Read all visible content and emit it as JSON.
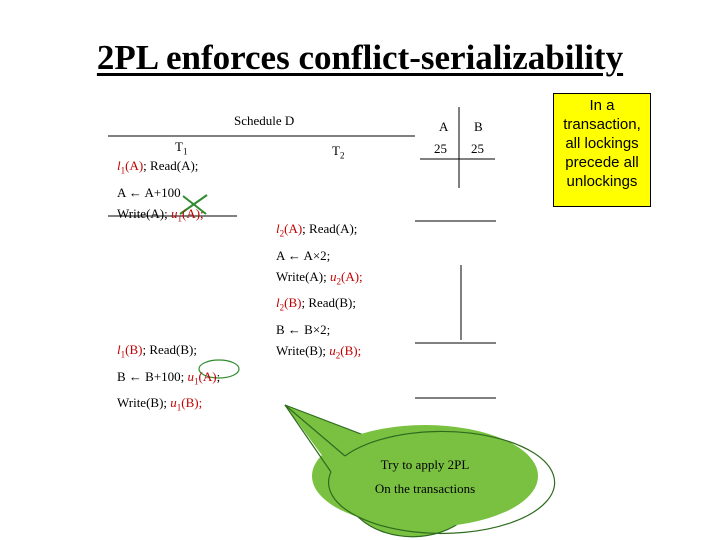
{
  "title": "2PL enforces conflict-serializability",
  "schedule": {
    "name": "Schedule D",
    "t1_header": "T",
    "t1_sub": "1",
    "t2_header": "T",
    "t2_sub": "2",
    "col_a": "A",
    "col_b": "B",
    "val_a": "25",
    "val_b": "25"
  },
  "t1_block1": {
    "l1a_l": "l",
    "l1a_sub": "1",
    "l1a_arg": "(A)",
    "l1a_rest": "; Read(A);",
    "assign": "A ← A+100",
    "write": "Write(A); ",
    "u1a_u": "u",
    "u1a_sub": "1",
    "u1a_arg": "(A);"
  },
  "t2_block": {
    "l2a_l": "l",
    "l2a_sub": "2",
    "l2a_arg": "(A)",
    "l2a_rest": "; Read(A);",
    "assign_a": "A ← A×2;",
    "write_a": "Write(A); ",
    "u2a_u": "u",
    "u2a_sub": "2",
    "u2a_arg": "(A);",
    "l2b_l": "l",
    "l2b_sub": "2",
    "l2b_arg": "(B)",
    "l2b_rest": "; Read(B);",
    "assign_b": "B ← B×2;",
    "write_b": "Write(B); ",
    "u2b_u": "u",
    "u2b_sub": "2",
    "u2b_arg": "(B);"
  },
  "t1_block2": {
    "l1b_l": "l",
    "l1b_sub": "1",
    "l1b_arg": "(B)",
    "l1b_rest": "; Read(B);",
    "assign_pre": "B ← B+100; ",
    "u1a_u": "u",
    "u1a_sub": "1",
    "u1a_arg": "(A)",
    "u1a_semi": ";",
    "write": "Write(B); ",
    "u1b_u": "u",
    "u1b_sub": "1",
    "u1b_arg": "(B);"
  },
  "note": "In a transaction, all lockings precede all unlockings",
  "bubble": {
    "line1": "Try to apply 2PL",
    "line2": "On the transactions"
  },
  "colors": {
    "lock_text": "#c00000",
    "note_bg": "#ffff00",
    "bubble_fill": "#7ac142",
    "cross_out": "#2e8b2e"
  }
}
